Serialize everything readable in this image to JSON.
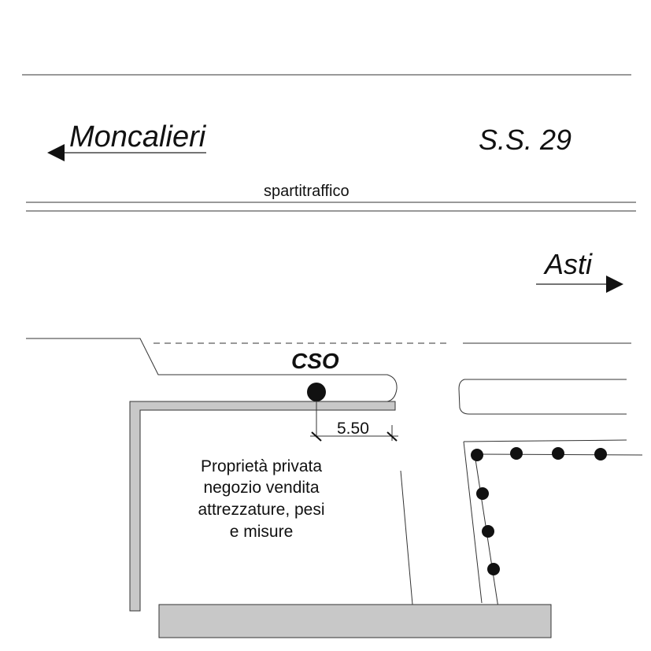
{
  "labels": {
    "road_west": "Moncalieri",
    "road_name": "S.S. 29",
    "median": "spartitraffico",
    "road_east": "Asti",
    "site_code": "CSO",
    "dimension": "5.50",
    "property_lines": [
      "Proprietà privata",
      "negozio vendita",
      "attrezzature, pesi",
      "e misure"
    ]
  },
  "icons": {
    "west_arrow": "arrow-left-icon",
    "east_arrow": "arrow-right-icon",
    "site_marker": "filled-circle-icon",
    "poles": "filled-circle-icon"
  },
  "colors": {
    "line": "#333333",
    "fill_gray": "#c8c8c8",
    "marker": "#111111"
  }
}
